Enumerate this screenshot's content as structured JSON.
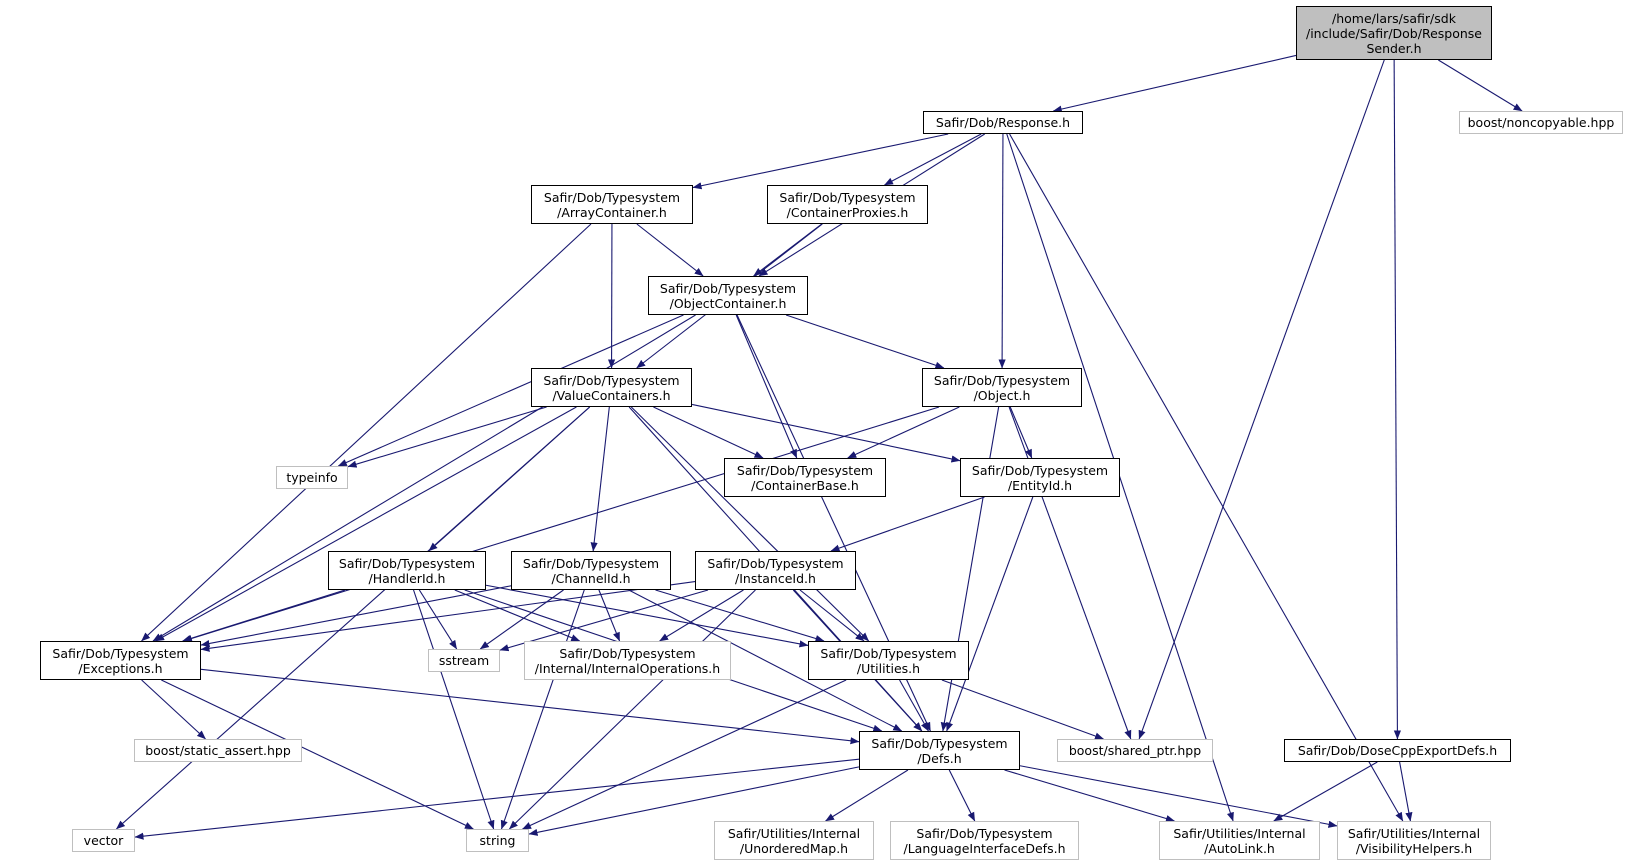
{
  "colors": {
    "edge": "#191970",
    "ext_border": "#bfbfbf",
    "root_fill": "#bfbfbf",
    "node_border": "#000000"
  },
  "nodes": {
    "root": {
      "lines": [
        "/home/lars/safir/sdk",
        "/include/Safir/Dob/Response",
        "Sender.h"
      ]
    },
    "response": {
      "lines": [
        "Safir/Dob/Response.h"
      ]
    },
    "noncopyable": {
      "lines": [
        "boost/noncopyable.hpp"
      ]
    },
    "arraycontainer": {
      "lines": [
        "Safir/Dob/Typesystem",
        "/ArrayContainer.h"
      ]
    },
    "containerproxies": {
      "lines": [
        "Safir/Dob/Typesystem",
        "/ContainerProxies.h"
      ]
    },
    "objectcontainer": {
      "lines": [
        "Safir/Dob/Typesystem",
        "/ObjectContainer.h"
      ]
    },
    "valuecontainers": {
      "lines": [
        "Safir/Dob/Typesystem",
        "/ValueContainers.h"
      ]
    },
    "object": {
      "lines": [
        "Safir/Dob/Typesystem",
        "/Object.h"
      ]
    },
    "typeinfo": {
      "lines": [
        "typeinfo"
      ]
    },
    "containerbase": {
      "lines": [
        "Safir/Dob/Typesystem",
        "/ContainerBase.h"
      ]
    },
    "entityid": {
      "lines": [
        "Safir/Dob/Typesystem",
        "/EntityId.h"
      ]
    },
    "handlerid": {
      "lines": [
        "Safir/Dob/Typesystem",
        "/HandlerId.h"
      ]
    },
    "channelid": {
      "lines": [
        "Safir/Dob/Typesystem",
        "/ChannelId.h"
      ]
    },
    "instanceid": {
      "lines": [
        "Safir/Dob/Typesystem",
        "/InstanceId.h"
      ]
    },
    "exceptions": {
      "lines": [
        "Safir/Dob/Typesystem",
        "/Exceptions.h"
      ]
    },
    "sstream": {
      "lines": [
        "sstream"
      ]
    },
    "internalops": {
      "lines": [
        "Safir/Dob/Typesystem",
        "/Internal/InternalOperations.h"
      ]
    },
    "utilities": {
      "lines": [
        "Safir/Dob/Typesystem",
        "/Utilities.h"
      ]
    },
    "staticassert": {
      "lines": [
        "boost/static_assert.hpp"
      ]
    },
    "defs": {
      "lines": [
        "Safir/Dob/Typesystem",
        "/Defs.h"
      ]
    },
    "sharedptr": {
      "lines": [
        "boost/shared_ptr.hpp"
      ]
    },
    "dosecpp": {
      "lines": [
        "Safir/Dob/DoseCppExportDefs.h"
      ]
    },
    "vector": {
      "lines": [
        "vector"
      ]
    },
    "string": {
      "lines": [
        "string"
      ]
    },
    "unorderedmap": {
      "lines": [
        "Safir/Utilities/Internal",
        "/UnorderedMap.h"
      ]
    },
    "langdefs": {
      "lines": [
        "Safir/Dob/Typesystem",
        "/LanguageInterfaceDefs.h"
      ]
    },
    "autolink": {
      "lines": [
        "Safir/Utilities/Internal",
        "/AutoLink.h"
      ]
    },
    "visibility": {
      "lines": [
        "Safir/Utilities/Internal",
        "/VisibilityHelpers.h"
      ]
    }
  },
  "edges": [
    [
      "root",
      "response"
    ],
    [
      "root",
      "noncopyable"
    ],
    [
      "root",
      "sharedptr"
    ],
    [
      "root",
      "dosecpp"
    ],
    [
      "response",
      "arraycontainer"
    ],
    [
      "response",
      "containerproxies"
    ],
    [
      "response",
      "objectcontainer"
    ],
    [
      "response",
      "object"
    ],
    [
      "response",
      "autolink"
    ],
    [
      "response",
      "visibility"
    ],
    [
      "arraycontainer",
      "objectcontainer"
    ],
    [
      "arraycontainer",
      "valuecontainers"
    ],
    [
      "arraycontainer",
      "exceptions"
    ],
    [
      "containerproxies",
      "objectcontainer"
    ],
    [
      "containerproxies",
      "valuecontainers"
    ],
    [
      "objectcontainer",
      "object"
    ],
    [
      "objectcontainer",
      "containerbase"
    ],
    [
      "objectcontainer",
      "typeinfo"
    ],
    [
      "objectcontainer",
      "exceptions"
    ],
    [
      "objectcontainer",
      "defs"
    ],
    [
      "valuecontainers",
      "typeinfo"
    ],
    [
      "valuecontainers",
      "containerbase"
    ],
    [
      "valuecontainers",
      "entityid"
    ],
    [
      "valuecontainers",
      "handlerid"
    ],
    [
      "valuecontainers",
      "channelid"
    ],
    [
      "valuecontainers",
      "exceptions"
    ],
    [
      "valuecontainers",
      "utilities"
    ],
    [
      "valuecontainers",
      "defs"
    ],
    [
      "valuecontainers",
      "vector"
    ],
    [
      "object",
      "containerbase"
    ],
    [
      "object",
      "entityid"
    ],
    [
      "object",
      "sharedptr"
    ],
    [
      "object",
      "defs"
    ],
    [
      "object",
      "exceptions"
    ],
    [
      "entityid",
      "instanceid"
    ],
    [
      "entityid",
      "defs"
    ],
    [
      "handlerid",
      "exceptions"
    ],
    [
      "handlerid",
      "sstream"
    ],
    [
      "handlerid",
      "internalops"
    ],
    [
      "handlerid",
      "utilities"
    ],
    [
      "handlerid",
      "defs"
    ],
    [
      "handlerid",
      "string"
    ],
    [
      "channelid",
      "exceptions"
    ],
    [
      "channelid",
      "sstream"
    ],
    [
      "channelid",
      "internalops"
    ],
    [
      "channelid",
      "utilities"
    ],
    [
      "channelid",
      "defs"
    ],
    [
      "channelid",
      "string"
    ],
    [
      "instanceid",
      "exceptions"
    ],
    [
      "instanceid",
      "sstream"
    ],
    [
      "instanceid",
      "internalops"
    ],
    [
      "instanceid",
      "utilities"
    ],
    [
      "instanceid",
      "defs"
    ],
    [
      "instanceid",
      "string"
    ],
    [
      "exceptions",
      "staticassert"
    ],
    [
      "exceptions",
      "defs"
    ],
    [
      "exceptions",
      "string"
    ],
    [
      "utilities",
      "defs"
    ],
    [
      "utilities",
      "sharedptr"
    ],
    [
      "utilities",
      "string"
    ],
    [
      "defs",
      "vector"
    ],
    [
      "defs",
      "string"
    ],
    [
      "defs",
      "unorderedmap"
    ],
    [
      "defs",
      "langdefs"
    ],
    [
      "defs",
      "autolink"
    ],
    [
      "defs",
      "visibility"
    ],
    [
      "dosecpp",
      "autolink"
    ],
    [
      "dosecpp",
      "visibility"
    ]
  ]
}
